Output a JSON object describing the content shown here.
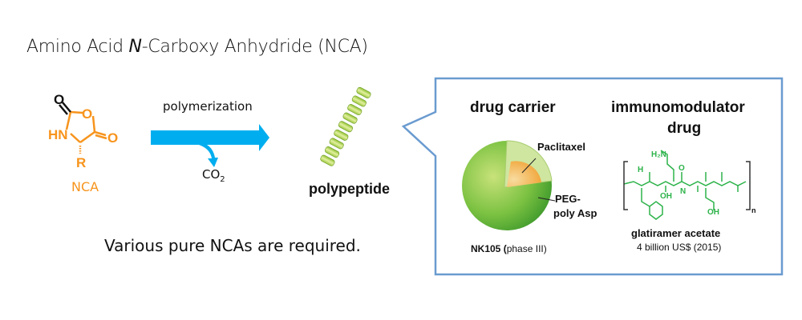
{
  "title": {
    "prefix": "Amino Acid ",
    "italic": "N",
    "suffix": "-Carboxy Anhydride (NCA)"
  },
  "nca": {
    "label": "NCA",
    "atoms": {
      "o_top": "O",
      "o_ring": "O",
      "o_right": "O",
      "hn": "HN",
      "r": "R"
    }
  },
  "reaction": {
    "label": "polymerization",
    "byproduct": "CO",
    "byproduct_sub": "2"
  },
  "product": {
    "label": "polypeptide"
  },
  "note": "Various pure NCAs are required.",
  "callout": {
    "drug_carrier": {
      "heading": "drug carrier",
      "core_label": "Paclitaxel",
      "shell_label_1": "PEG-",
      "shell_label_2": "poly Asp",
      "name": "NK105",
      "paren_open": " (",
      "status": "phase III)"
    },
    "immunomodulator": {
      "heading_1": "immunomodulator",
      "heading_2": "drug",
      "name": "glatiramer acetate",
      "sales": "4 billion US$ (2015)",
      "atoms": {
        "h2n": "H₂N",
        "h": "H",
        "n": "N",
        "o": "O",
        "oh": "OH",
        "sub_n": "n"
      }
    }
  },
  "colors": {
    "orange": "#f7941d",
    "arrow": "#00aeef",
    "green": "#2db34a",
    "box_border": "#6a9bd0"
  }
}
